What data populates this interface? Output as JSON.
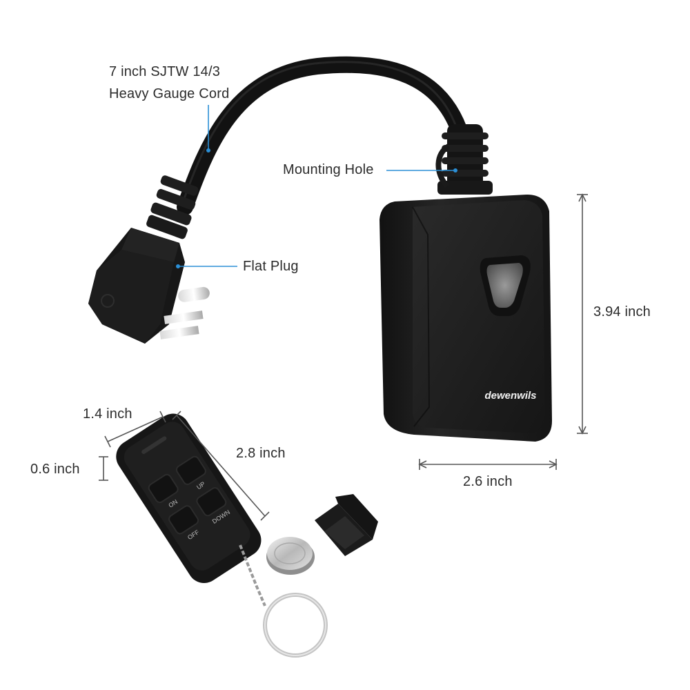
{
  "callouts": {
    "cord_line1": "7 inch SJTW 14/3",
    "cord_line2": "Heavy Gauge Cord",
    "mounting_hole": "Mounting Hole",
    "flat_plug": "Flat Plug"
  },
  "dimensions": {
    "height": "3.94 inch",
    "width": "2.6 inch",
    "remote_width": "1.4 inch",
    "remote_length": "2.8 inch",
    "remote_depth": "0.6 inch"
  },
  "product": {
    "brand": "dewenwils"
  },
  "remote": {
    "buttons": [
      "ON",
      "UP",
      "OFF",
      "DOWN"
    ]
  },
  "colors": {
    "callout_line": "#2b8fd6",
    "dimension_line": "#555555",
    "body": "#1b1b1b",
    "text": "#2b2b2b"
  }
}
